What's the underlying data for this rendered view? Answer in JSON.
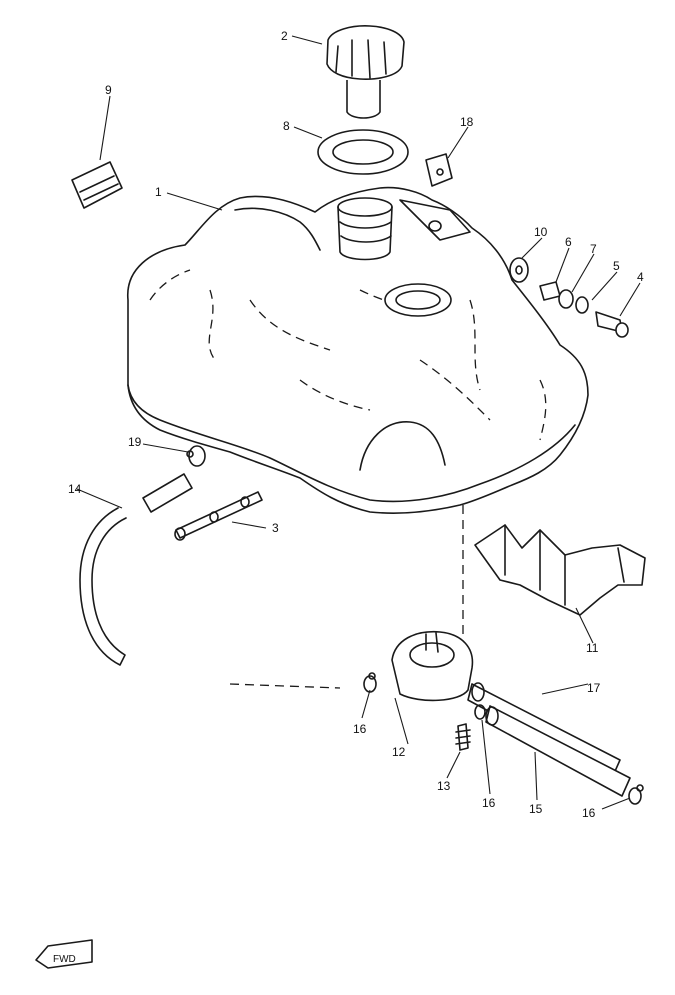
{
  "diagram": {
    "callouts": [
      "1",
      "2",
      "3",
      "4",
      "5",
      "6",
      "7",
      "8",
      "9",
      "10",
      "11",
      "12",
      "13",
      "14",
      "15",
      "16",
      "17",
      "18",
      "19"
    ],
    "direction_label": "FWD"
  }
}
